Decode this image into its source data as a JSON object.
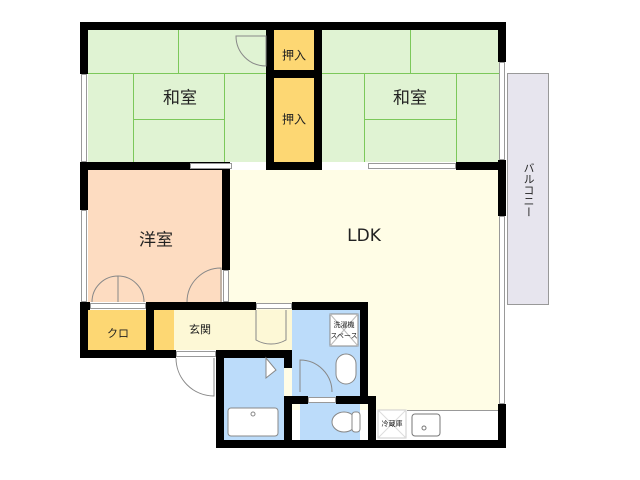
{
  "colors": {
    "washitsu": "#e0f3d3",
    "tatami_line": "#7cc85a",
    "oshiire": "#fdd773",
    "youshitsu": "#fddcc1",
    "ldk": "#fffde6",
    "genkan": "#fdf8d6",
    "water": "#bcdcfa",
    "balcony": "#e7e5ee",
    "wall": "#000000"
  },
  "rooms": {
    "washitsu_left": {
      "label": "和室"
    },
    "washitsu_right": {
      "label": "和室"
    },
    "oshiire_top": {
      "label": "押入"
    },
    "oshiire_bottom": {
      "label": "押入"
    },
    "youshitsu": {
      "label": "洋室"
    },
    "ldk": {
      "label": "LDK"
    },
    "closet": {
      "label": "クロ"
    },
    "genkan": {
      "label": "玄関"
    },
    "washer_space": {
      "label_line1": "洗濯機",
      "label_line2": "スペース"
    },
    "fridge": {
      "label": "冷蔵庫"
    },
    "balcony": {
      "label": "バルコニー"
    }
  }
}
